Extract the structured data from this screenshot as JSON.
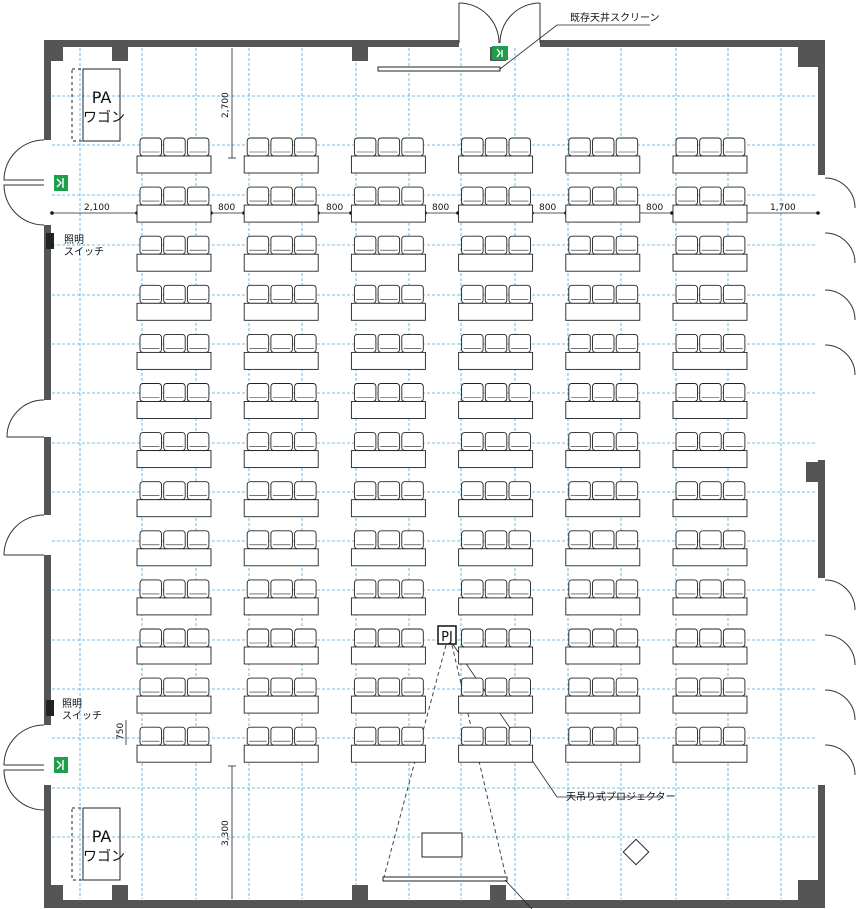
{
  "labels": {
    "pa_top_line1": "PA",
    "pa_top_line2": "ワゴン",
    "pa_bottom_line1": "PA",
    "pa_bottom_line2": "ワゴン",
    "switch_top_line1": "照明",
    "switch_top_line2": "スイッチ",
    "switch_bottom_line1": "照明",
    "switch_bottom_line2": "スイッチ",
    "screen_callout": "既存天井スクリーン",
    "projector_callout": "天吊り式プロジェクター",
    "projector_tag": "PJ"
  },
  "dimensions": {
    "left_margin": "2,100",
    "aisle_1": "800",
    "aisle_2": "800",
    "aisle_3": "800",
    "aisle_4": "800",
    "aisle_5": "800",
    "right_margin": "1,700",
    "front_gap": "2,700",
    "back_gap": "3,300",
    "row_pitch": "750"
  },
  "seating": {
    "columns": 6,
    "rows": 13,
    "chairs_per_desk": 3
  },
  "colors": {
    "wall": "#555555",
    "grid": "#4aa9dd",
    "exit_sign": "#1f9e4b",
    "line": "#111111"
  }
}
